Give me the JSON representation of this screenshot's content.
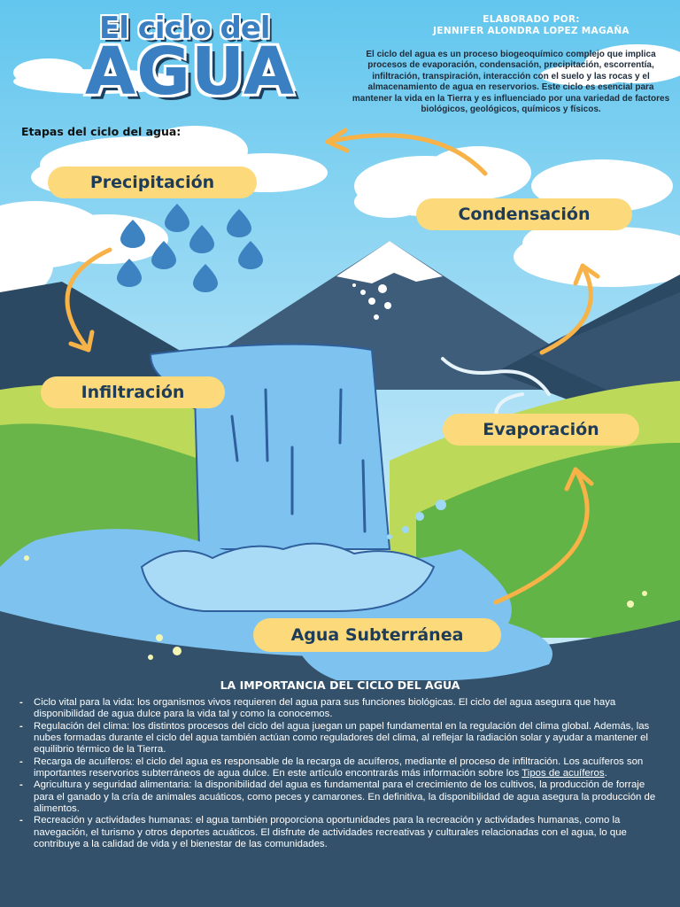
{
  "title": {
    "line1": "El ciclo del",
    "line2": "AGUA"
  },
  "author": {
    "label": "ELABORADO POR:",
    "name": "JENNIFER ALONDRA LOPEZ MAGAÑA"
  },
  "intro": "El ciclo del agua es un proceso biogeoquímico complejo que implica procesos de evaporación, condensación, precipitación, escorrentía, infiltración, transpiración, interacción con el suelo y las rocas y el almacenamiento de agua en reservorios. Este ciclo es esencial para mantener la vida en la Tierra y es influenciado por una variedad de factores biológicos, geológicos, químicos y físicos.",
  "stages_heading": "Etapas del ciclo del agua:",
  "stages": {
    "precipitacion": "Precipitación",
    "condensacion": "Condensación",
    "infiltracion": "Infiltración",
    "evaporacion": "Evaporación",
    "subterranea": "Agua Subterránea"
  },
  "importance": {
    "title": "LA IMPORTANCIA DEL CICLO DEL AGUA",
    "items": [
      "Ciclo vital para la vida: los organismos vivos requieren del agua para sus funciones biológicas. El ciclo del agua asegura que haya disponibilidad de agua dulce para la vida tal y como la conocemos.",
      "Regulación del clima: los distintos procesos del ciclo del agua juegan un papel fundamental en la regulación del clima global. Además, las nubes formadas durante el ciclo del agua también actúan como reguladores del clima, al reflejar la radiación solar y ayudar a mantener el equilibrio térmico de la Tierra.",
      "Recarga de acuíferos: el ciclo del agua es responsable de la recarga de acuíferos, mediante el proceso de infiltración. Los acuíferos son importantes reservorios subterráneos de agua dulce. En este artículo encontrarás más información sobre los ",
      "Agricultura y seguridad alimentaria: la disponibilidad del agua es fundamental para el crecimiento de los cultivos, la producción de forraje para el ganado y la cría de animales acuáticos, como peces y camarones. En definitiva, la disponibilidad de agua asegura la producción de alimentos.",
      "Recreación y actividades humanas: el agua también proporciona oportunidades para la recreación y actividades humanas, como la navegación, el turismo y otros deportes acuáticos. El disfrute de actividades recreativas y culturales relacionadas con el agua, lo que contribuye a la calidad de vida y el bienestar de las comunidades."
    ],
    "link_text": "Tipos de acuíferos",
    "link_suffix": "."
  },
  "colors": {
    "pill": "#fcd97a",
    "pill_text": "#1d3c5a",
    "navy": "#33516a",
    "arrow": "#f7b248",
    "water": "#7ec3ef",
    "grass_light": "#bcd95a",
    "grass_dark": "#63b446"
  }
}
